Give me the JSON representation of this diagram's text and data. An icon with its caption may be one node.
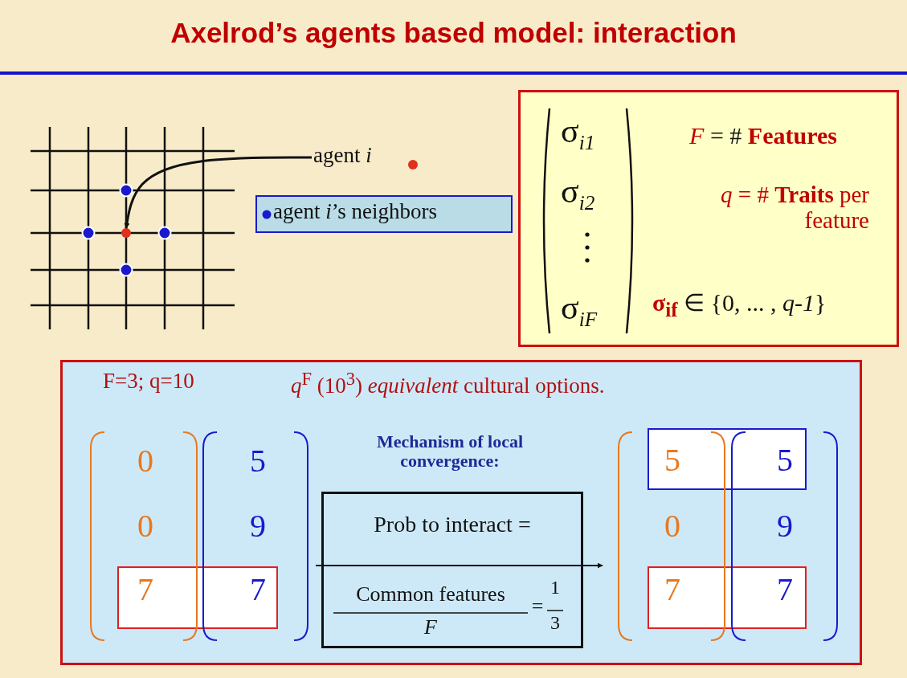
{
  "diagram": {
    "title": "Axelrod’s agents based model: interaction",
    "nodes": [
      {
        "text": [
          "agent *i*"
        ]
      },
      {
        "text": [],
        "shape": "circle"
      },
      {
        "text": [
          "agent *i*’s neighbors"
        ]
      },
      {
        "text": [
          "σ$_{i1}$",
          "σ$_{i2}$",
          "σ$_{iF}$",
          "*F* = # **Features**",
          "*q* = # **Traits** per feature",
          "**σ**$_{if}$ ∈ {0, ... , *q-1*}"
        ]
      },
      {
        "text": [
          "F=3; q=10",
          "*q*$^{F}$ (10$^{3}$) *equivalent* cultural options.",
          "Mechanism of local convergence:"
        ]
      },
      {
        "text": [
          "Prob to interact =",
          "Common features",
          "F",
          "=",
          "1",
          "3"
        ],
        "in": 4
      },
      {
        "text": [
          "7",
          "7"
        ],
        "in": 4
      },
      {
        "text": [
          "5",
          "5"
        ],
        "in": 4
      },
      {
        "text": [
          "7",
          "7"
        ],
        "in": 4
      }
    ],
    "edges": [
      {
        "from": 0,
        "to": 1,
        "arrow": "to"
      }
    ],
    "labels": [
      "0",
      "5",
      "0",
      "9",
      "0",
      "9"
    ]
  }
}
